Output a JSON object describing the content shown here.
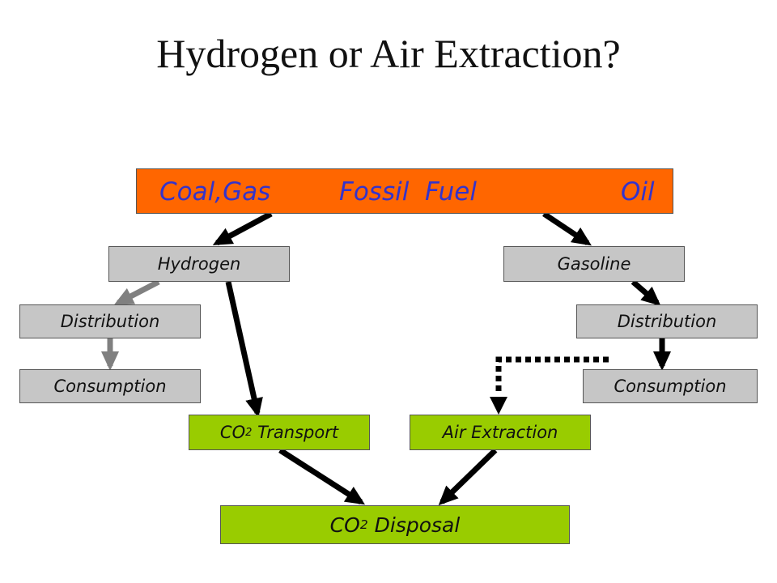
{
  "title": "Hydrogen or Air Extraction?",
  "fossil_fuel": {
    "left": "Coal,Gas",
    "center": "Fossil  Fuel",
    "right": "Oil"
  },
  "left_branch": {
    "hydrogen": "Hydrogen",
    "distribution": "Distribution",
    "consumption": "Consumption"
  },
  "right_branch": {
    "gasoline": "Gasoline",
    "distribution": "Distribution",
    "consumption": "Consumption"
  },
  "co2_transport": {
    "prefix": "CO",
    "sub": "2",
    "suffix": " Transport"
  },
  "air_extraction": "Air Extraction",
  "co2_disposal": {
    "prefix": "CO",
    "sub": "2",
    "suffix": " Disposal"
  },
  "colors": {
    "fossil_box": "#ff6600",
    "fossil_text": "#3333cc",
    "gray_box": "#c6c6c6",
    "green_box": "#99cc00",
    "arrow_black": "#000000",
    "arrow_gray": "#808080"
  }
}
